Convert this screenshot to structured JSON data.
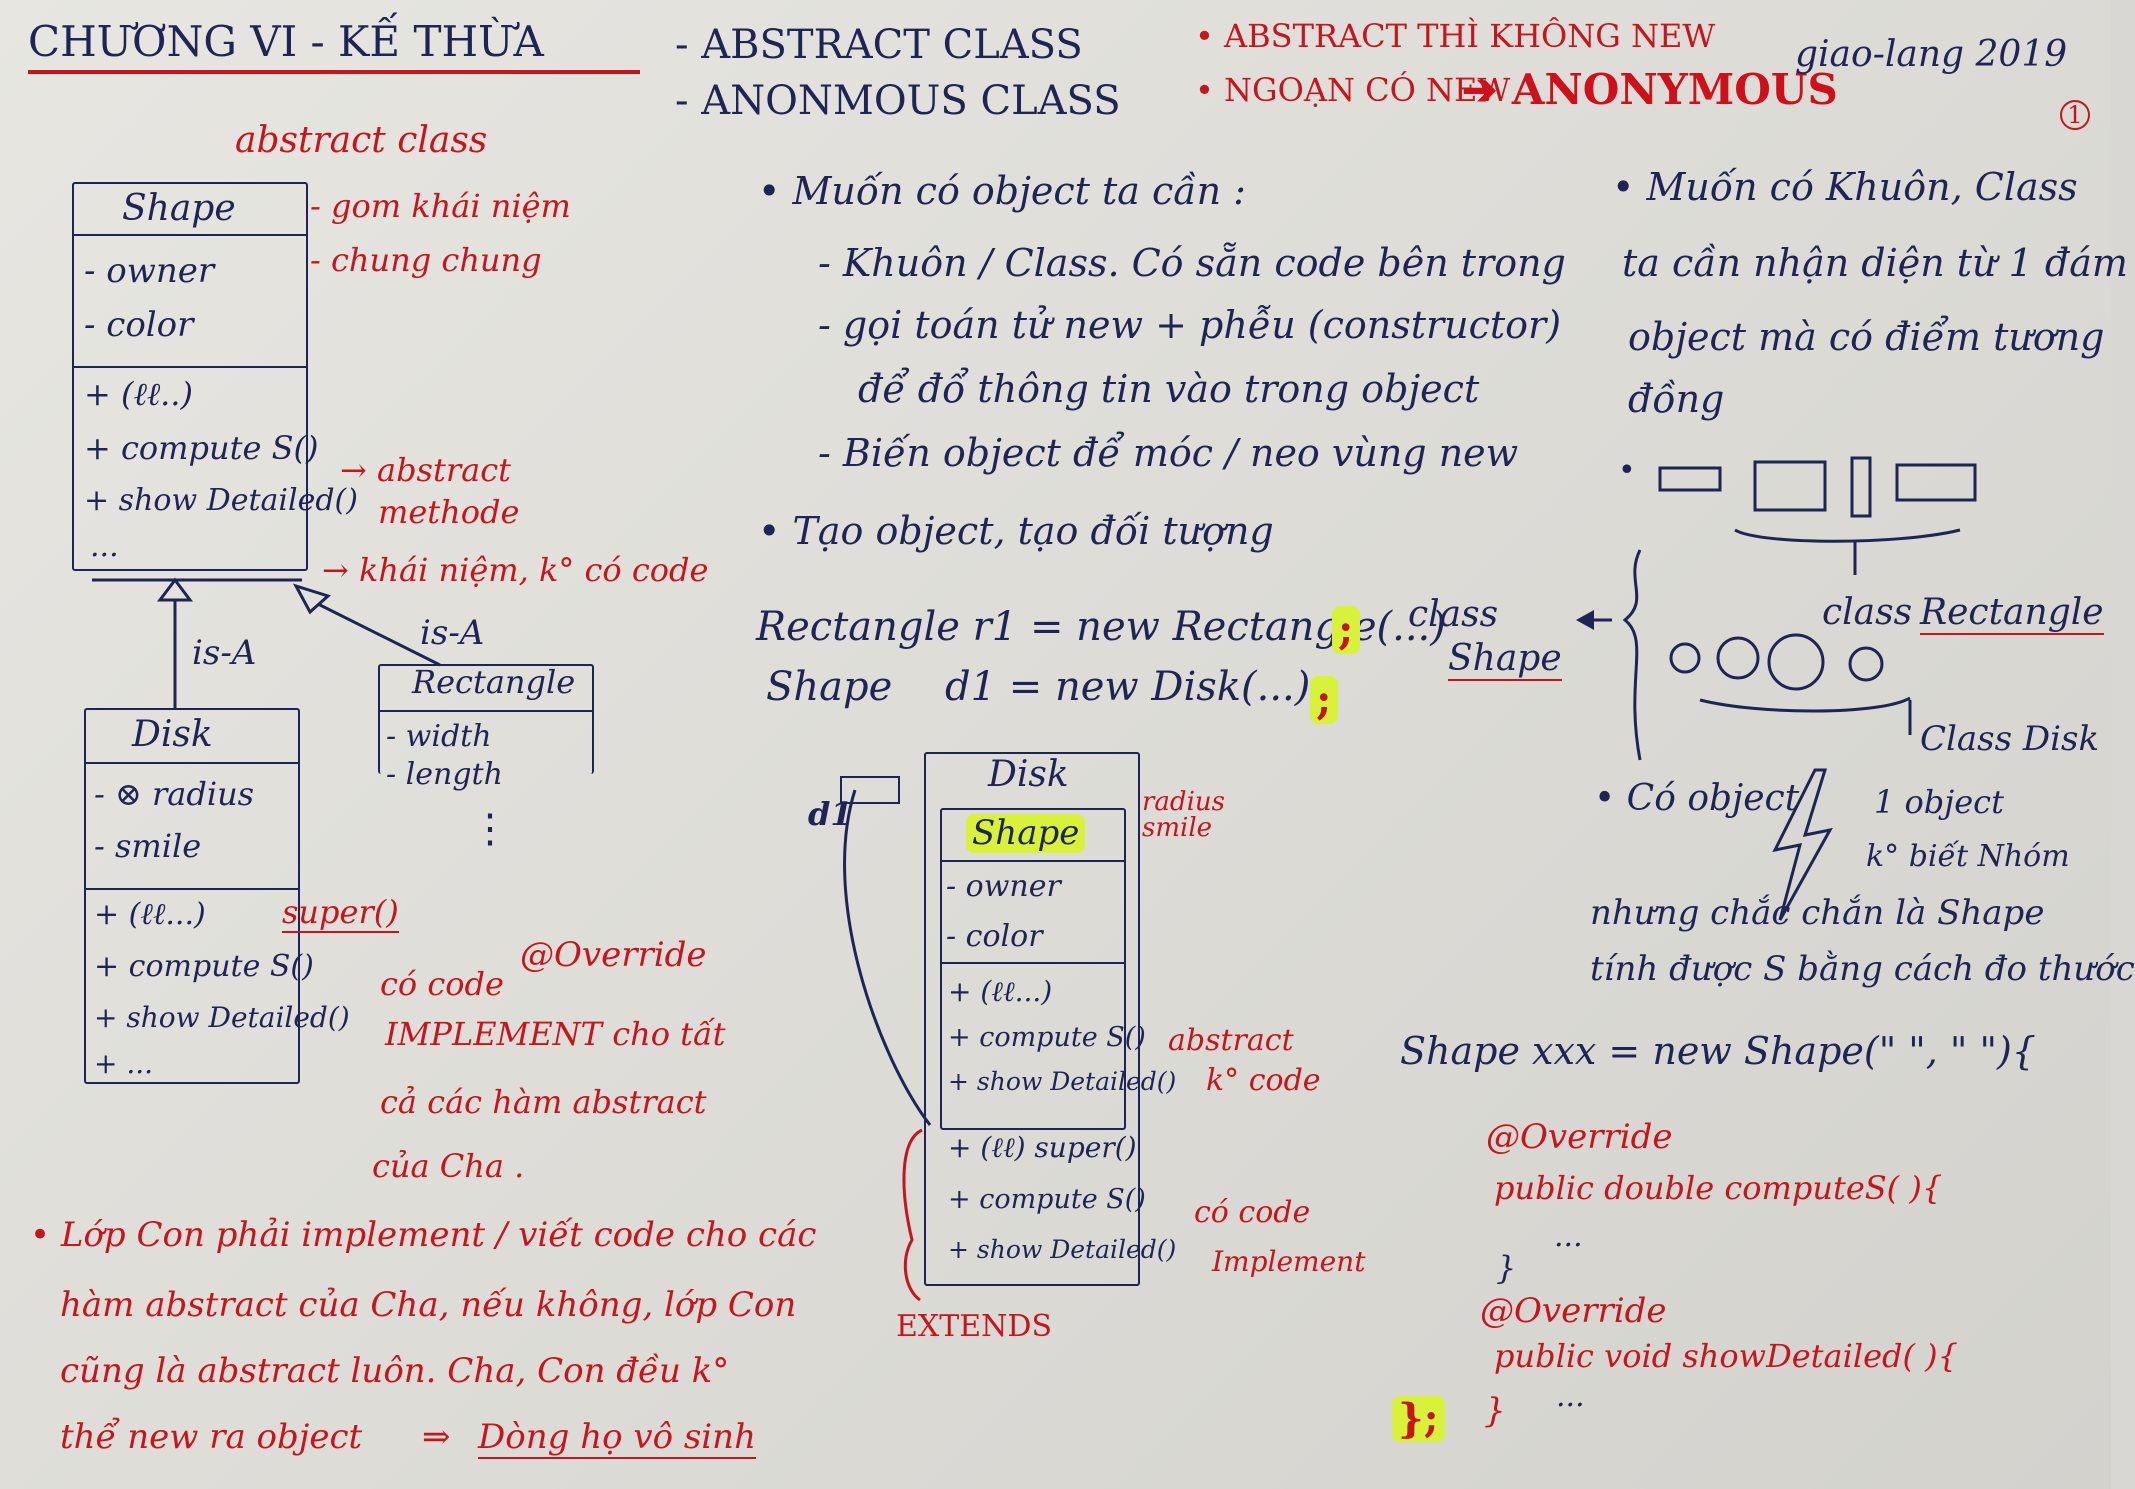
{
  "header": {
    "chapter_title": "CHƯƠNG VI - KẾ THỪA",
    "topic_abstract": "- ABSTRACT CLASS",
    "topic_anonymous": "- ANONMOUS CLASS",
    "rule_abstract": "• ABSTRACT THÌ KHÔNG NEW",
    "rule_anonymous_prefix": "• NGOẠN CÓ NEW",
    "rule_anonymous_word": "ANONYMOUS",
    "author": "giao-lang 2019",
    "page_number": "1"
  },
  "shape_uml": {
    "note_label": "abstract class",
    "class_name": "Shape",
    "attributes": [
      "- owner",
      "- color"
    ],
    "methods": [
      "+ (ℓℓ..)",
      "+ compute S()",
      "+ show Detailed()",
      "..."
    ],
    "side_notes": [
      "- gom khái niệm",
      "- chung chung"
    ],
    "abstract_note_1": "→ abstract",
    "abstract_note_2": "methode",
    "concept_note": "→ khái niệm, k° có code"
  },
  "disk_uml": {
    "relation_label": "is-A",
    "class_name": "Disk",
    "attributes": [
      "- ⊗ radius",
      "- smile"
    ],
    "methods": [
      "+ (ℓℓ...)",
      "+ compute S()",
      "+ show Detailed()",
      "+ ..."
    ],
    "super_call": "super()",
    "has_code": "có code",
    "override": "@Override",
    "implement_lines": [
      "IMPLEMENT cho tất",
      "cả các hàm abstract",
      "của Cha ."
    ]
  },
  "rectangle_uml": {
    "relation_label": "is-A",
    "class_name": "Rectangle",
    "attributes": [
      "- width",
      "- length"
    ],
    "more": "⋮"
  },
  "bottom_note": {
    "lines": [
      "• Lớp Con phải implement / viết code cho các",
      "hàm abstract của Cha, nếu không, lớp Con",
      "cũng là abstract luôn. Cha, Con đều k°",
      "thể new ra object"
    ],
    "arrow": "⇒",
    "conclusion": "Dòng họ vô sinh"
  },
  "middle_notes": {
    "heading": "• Muốn có object ta cần :",
    "items": [
      "- Khuôn / Class. Có sẵn code bên trong",
      "- gọi toán tử new + phễu (constructor)",
      "để đổ thông tin vào trong object",
      "- Biến object để móc / neo vùng new"
    ],
    "create_heading": "• Tạo object, tạo đối tượng",
    "code_line_1": "Rectangle r1 = new Rectangle(...)",
    "code_line_2_type": "Shape",
    "code_line_2_rest": "d1 = new Disk(...)",
    "semicolon": ";"
  },
  "memory_diagram": {
    "var_name": "d1",
    "outer_label": "Disk",
    "inner_label": "Shape",
    "inner_fields": [
      "- owner",
      "- color"
    ],
    "inner_methods": [
      "+ (ℓℓ...)",
      "+ compute S()",
      "+ show Detailed()"
    ],
    "outer_methods": [
      "+ (ℓℓ) super()",
      "+ compute S()",
      "+ show Detailed()"
    ],
    "side_radius": "radius",
    "side_smile": "smile",
    "abstract_note": "abstract",
    "no_code_note": "k° code",
    "has_code_note": "có code",
    "implement_note": "Implement",
    "extends_label": "EXTENDS"
  },
  "right_notes": {
    "lines": [
      "• Muốn có Khuôn, Class",
      "ta cần nhận diện từ 1 đám",
      "object mà có điểm tương",
      "đồng"
    ],
    "class_rectangle_prefix": "class",
    "class_rectangle_name": "Rectangle",
    "class_disk": "Class Disk",
    "class_shape_prefix": "class",
    "class_shape_name": "Shape",
    "anonymous_heading": "• Có object",
    "anonymous_lines": [
      "1 object",
      "k° biết Nhóm"
    ],
    "anonymous_conclusion_1": "nhưng chắc chắn là Shape",
    "anonymous_conclusion_2": "tính được S bằng cách đo thước",
    "code_start": "Shape xxx = new Shape(\" \", \" \"){",
    "code_override_1": "@Override",
    "code_method_1": "public double computeS( ){",
    "code_dots_1": "...",
    "code_close_1": "}",
    "code_override_2": "@Override",
    "code_method_2": "public void showDetailed( ){",
    "code_dots_2": "...",
    "code_close_2": "}",
    "code_end": "};"
  }
}
